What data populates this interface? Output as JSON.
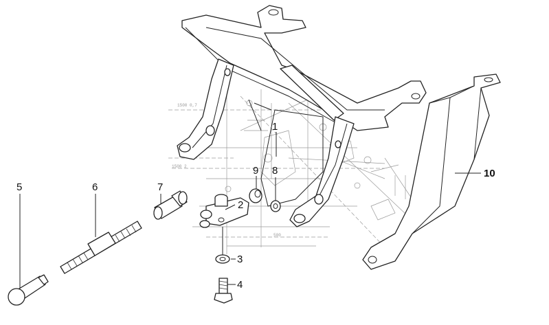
{
  "diagram": {
    "callouts": [
      {
        "id": "1",
        "label": "1"
      },
      {
        "id": "2",
        "label": "2"
      },
      {
        "id": "3",
        "label": "3"
      },
      {
        "id": "4",
        "label": "4"
      },
      {
        "id": "5",
        "label": "5"
      },
      {
        "id": "6",
        "label": "6"
      },
      {
        "id": "7",
        "label": "7"
      },
      {
        "id": "8",
        "label": "8"
      },
      {
        "id": "9",
        "label": "9"
      },
      {
        "id": "10",
        "label": "10"
      }
    ],
    "background_annotations": [
      "1500 0,7",
      "1500 2",
      "500"
    ]
  }
}
